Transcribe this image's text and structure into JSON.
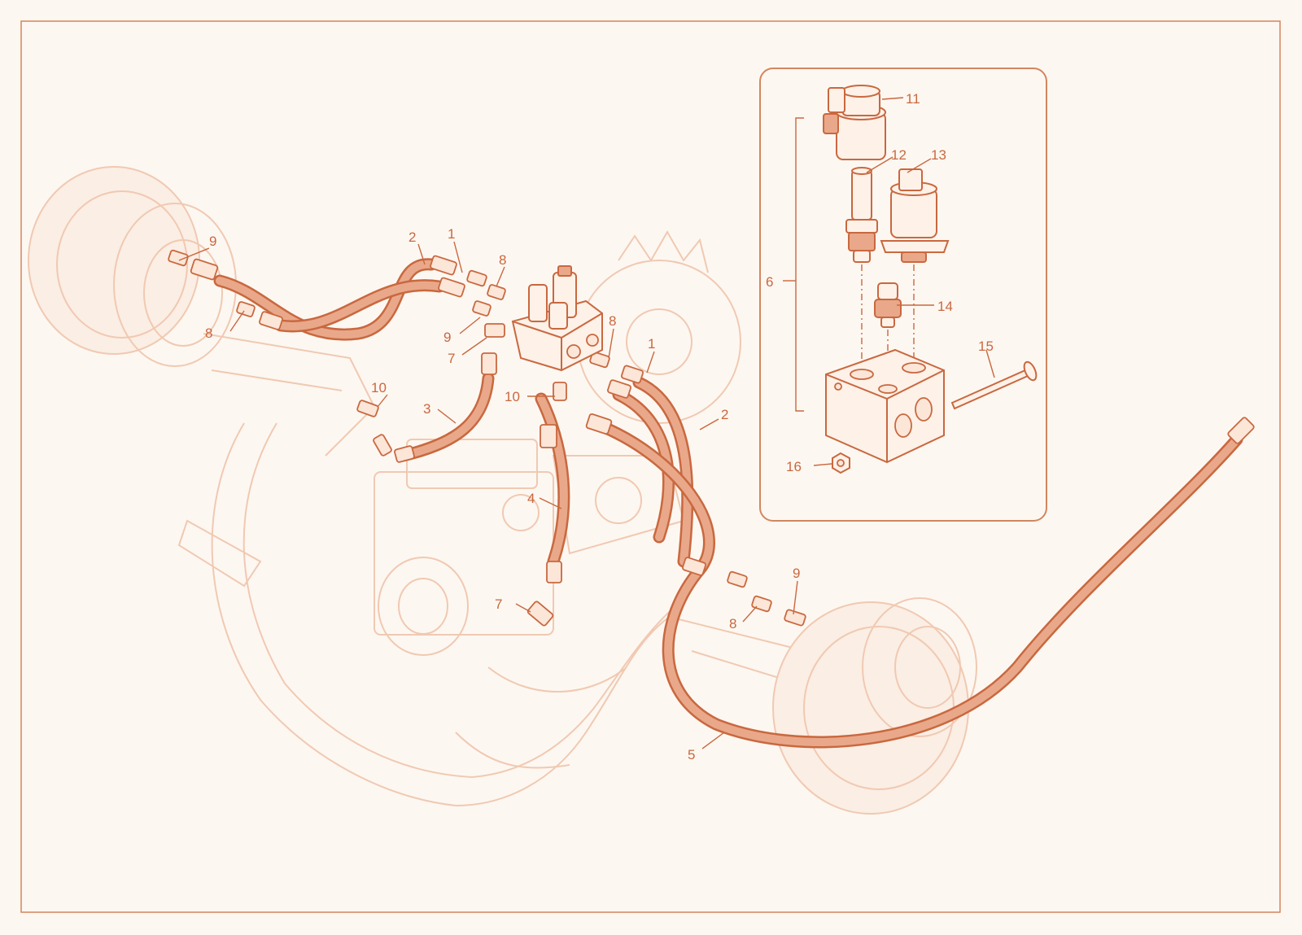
{
  "callouts": {
    "c1a": "1",
    "c1b": "1",
    "c2a": "2",
    "c2b": "2",
    "c3": "3",
    "c4": "4",
    "c5": "5",
    "c6": "6",
    "c7a": "7",
    "c7b": "7",
    "c8a": "8",
    "c8b": "8",
    "c8c": "8",
    "c9a": "9",
    "c9b": "9",
    "c9c": "9",
    "c10a": "10",
    "c10b": "10",
    "c11": "11",
    "c12": "12",
    "c13": "13",
    "c14": "14",
    "c15": "15",
    "c16": "16"
  },
  "colors": {
    "accent": "#c9683f",
    "hose": "#e9a88a",
    "ghost": "#f0c9b2",
    "background": "#fdf7f1"
  }
}
